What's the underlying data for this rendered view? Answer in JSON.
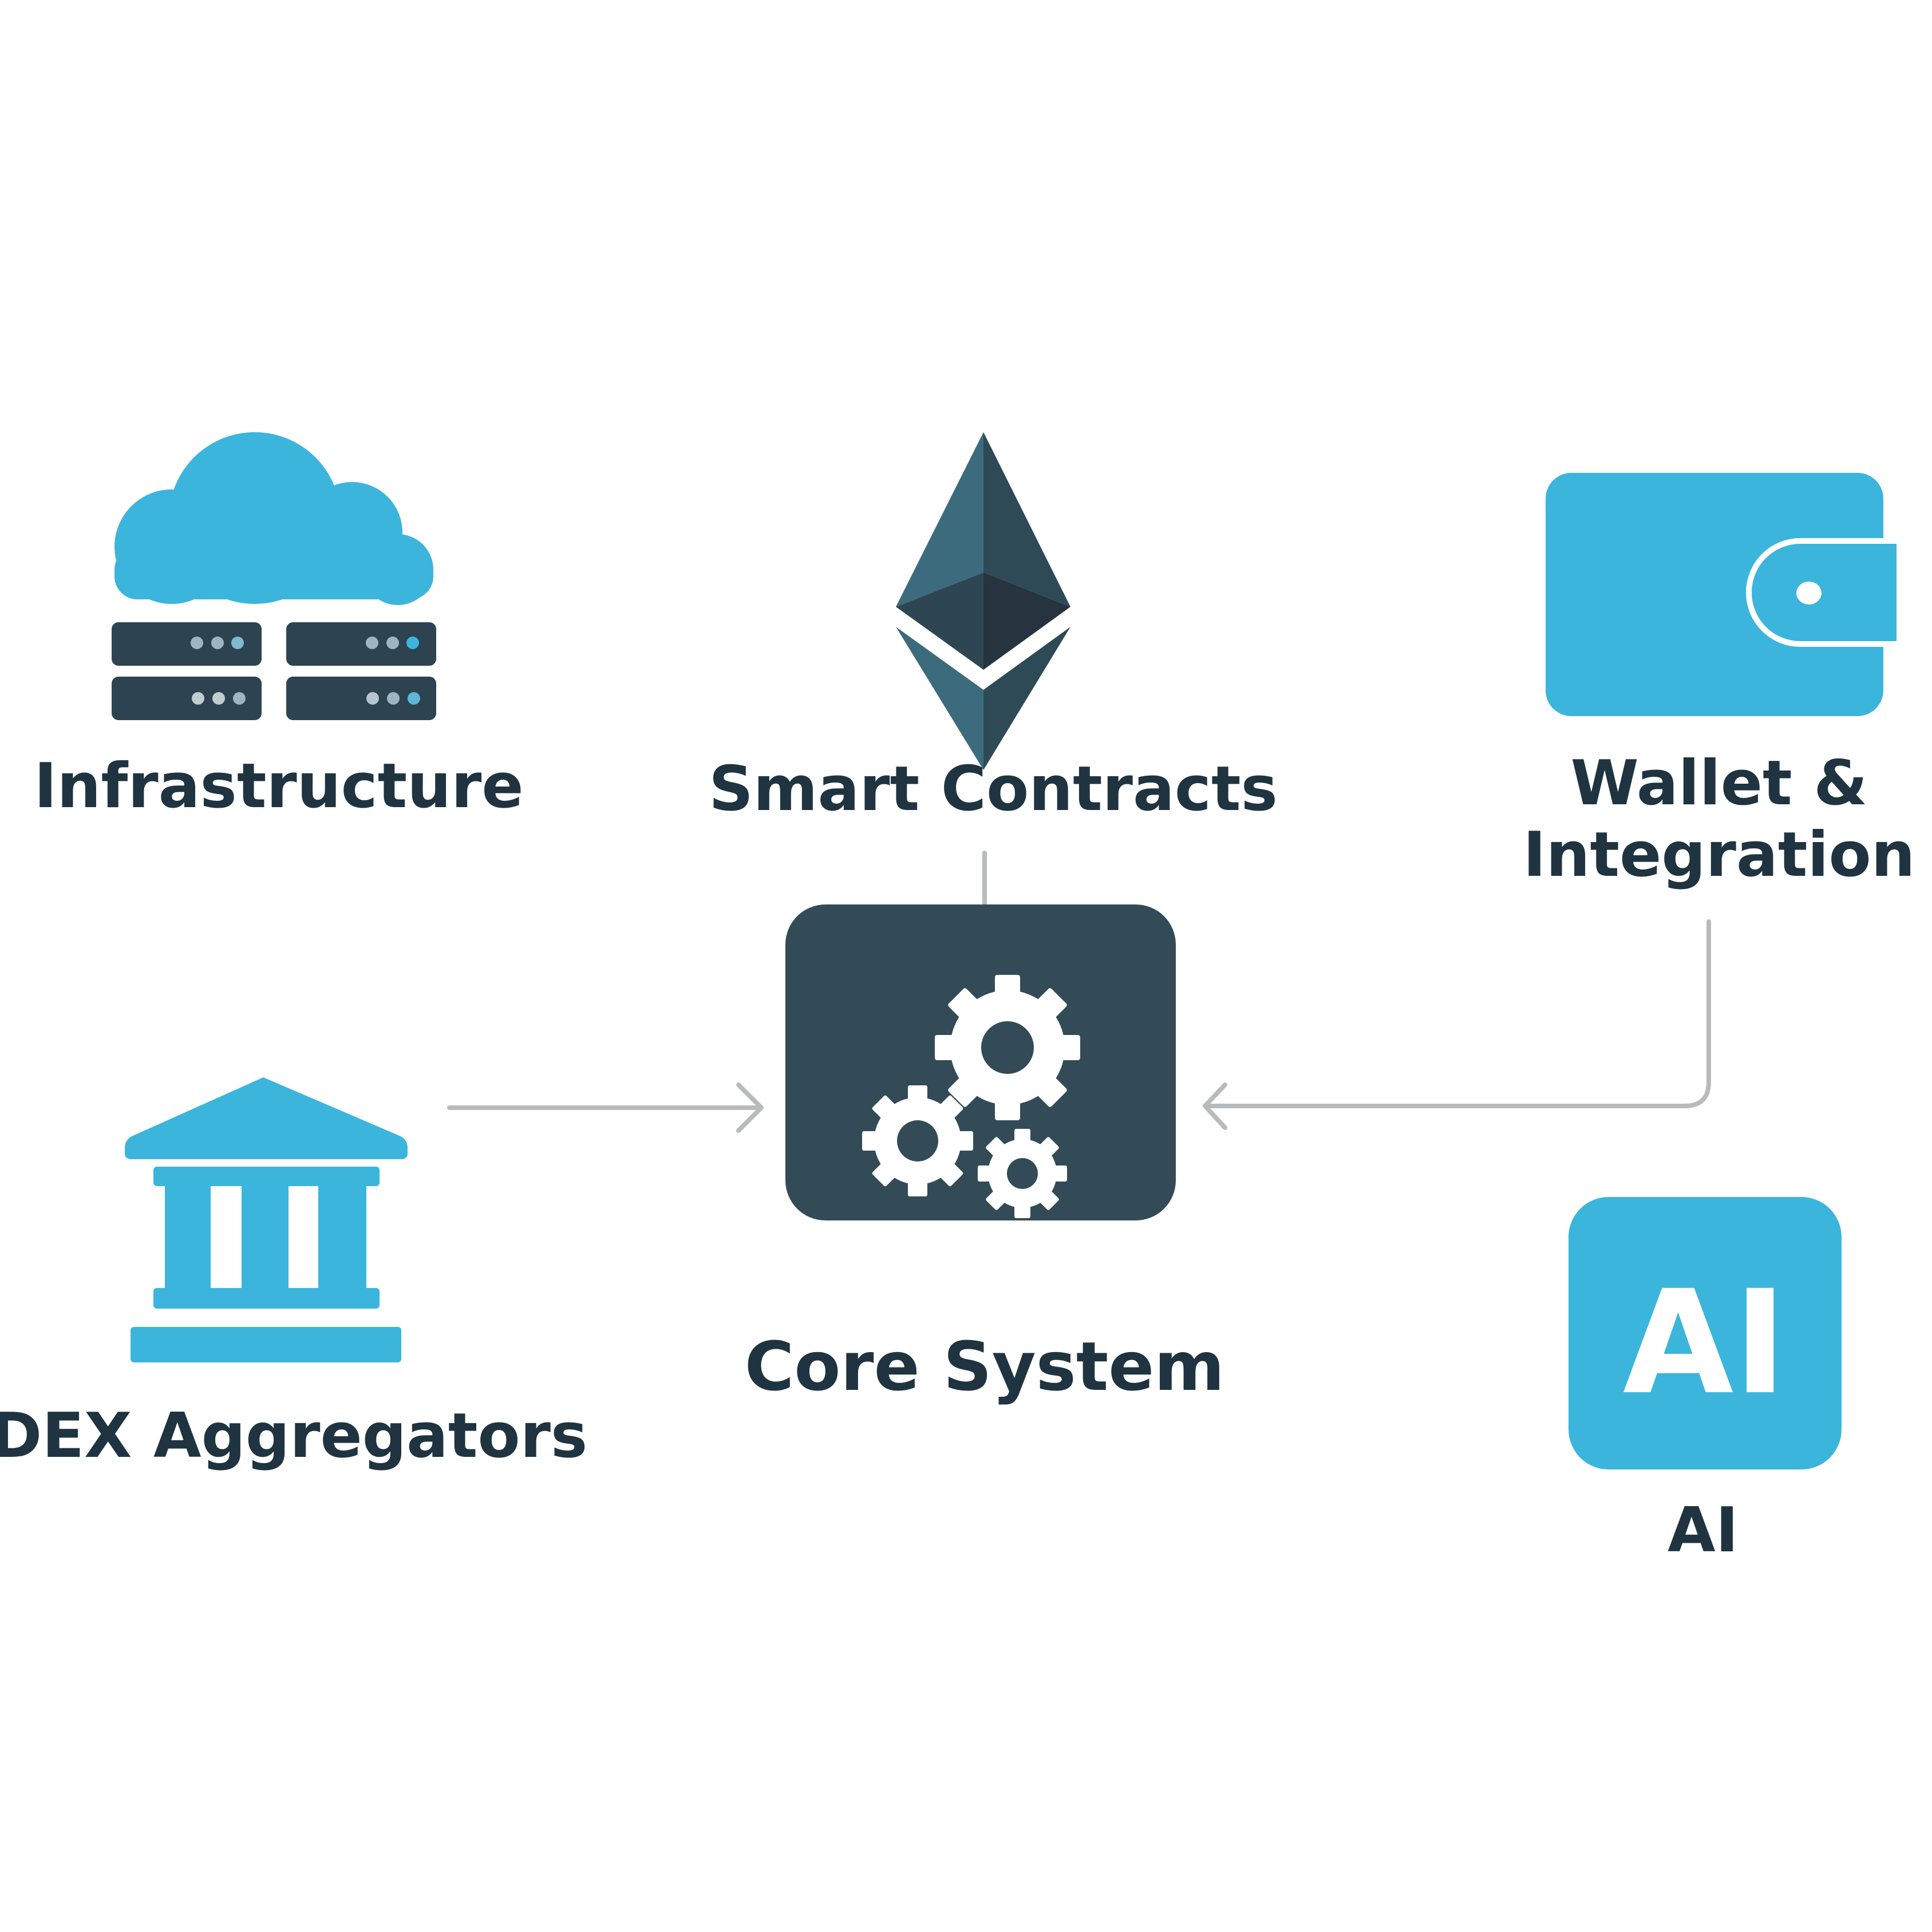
{
  "diagram": {
    "nodes": [
      {
        "id": "infrastructure",
        "label": "Infrastructure",
        "icon": "cloud-server-icon"
      },
      {
        "id": "smart_contracts",
        "label": "Smart Contracts",
        "icon": "ethereum-icon"
      },
      {
        "id": "wallet",
        "label_line1": "Wallet &",
        "label_line2": "Integration",
        "icon": "wallet-icon"
      },
      {
        "id": "core",
        "label": "Core System",
        "icon": "gears-icon"
      },
      {
        "id": "dex",
        "label": "DEX Aggregators",
        "icon": "bank-icon"
      },
      {
        "id": "ai",
        "label": "AI",
        "icon_text": "AI",
        "icon": "ai-badge-icon"
      }
    ],
    "edges": [
      {
        "from": "smart_contracts",
        "to": "core",
        "arrow": false
      },
      {
        "from": "dex",
        "to": "core",
        "arrow": true
      },
      {
        "from": "wallet",
        "to": "core",
        "arrow": true
      }
    ],
    "colors": {
      "accent_blue": "#3cb5dd",
      "dark_slate": "#324b57",
      "text": "#1f3440",
      "connector": "#b8bbbd"
    }
  }
}
